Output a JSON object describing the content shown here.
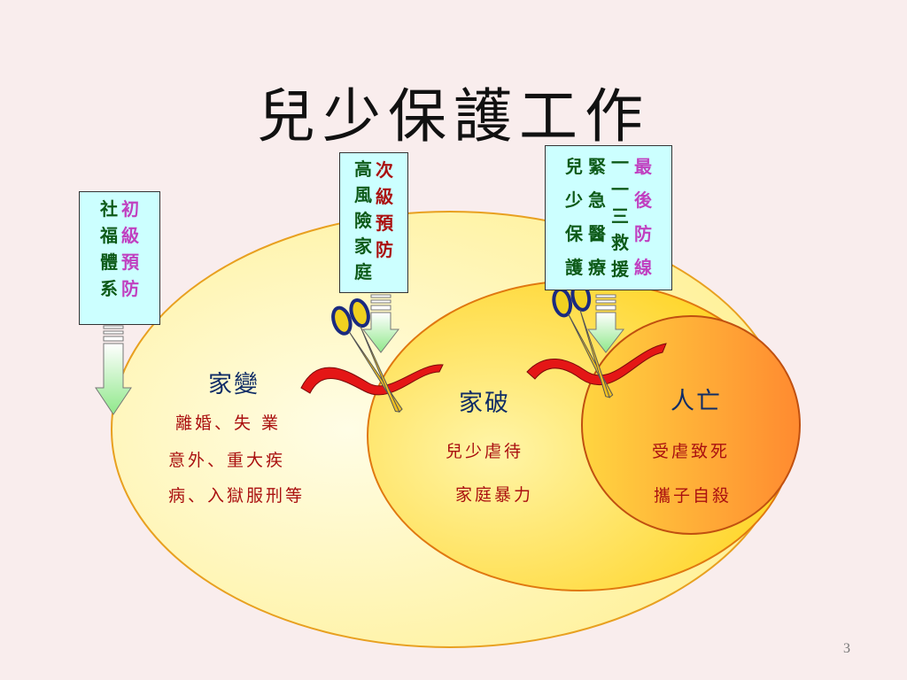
{
  "title": "兒少保護工作",
  "page_number": "3",
  "boxes": {
    "welfare": {
      "col1": [
        "社",
        "福",
        "體",
        "系"
      ],
      "col2": [
        "初",
        "級",
        "預",
        "防"
      ]
    },
    "high_risk": {
      "col1": [
        "高",
        "風",
        "險",
        "家",
        "庭"
      ],
      "col2": [
        "次",
        "級",
        "預",
        "防"
      ]
    },
    "last_line": {
      "col1": [
        "兒",
        "少",
        "保",
        "護"
      ],
      "col2": [
        "緊",
        "急",
        "醫",
        "療"
      ],
      "col3": [
        "一",
        "一",
        "三",
        "救",
        "援"
      ],
      "col4": [
        "最",
        "後",
        "防",
        "線"
      ]
    }
  },
  "zones": {
    "family_change": {
      "heading": "家變",
      "lines": [
        "離婚、失 業",
        "意外、重大疾",
        "病、入獄服刑等"
      ]
    },
    "family_breakdown": {
      "heading": "家破",
      "lines": [
        "兒少虐待",
        "家庭暴力"
      ]
    },
    "death": {
      "heading": "人亡",
      "lines": [
        "受虐致死",
        "攜子自殺"
      ]
    }
  },
  "colors": {
    "background": "#f9eded",
    "outer_ellipse": "#fff7b8",
    "middle_ellipse": "#ffe066",
    "inner_circle": "#ff9a30",
    "box_fill": "#ccffff",
    "arrow": "#a8f0a0",
    "ribbon": "#e41616"
  }
}
